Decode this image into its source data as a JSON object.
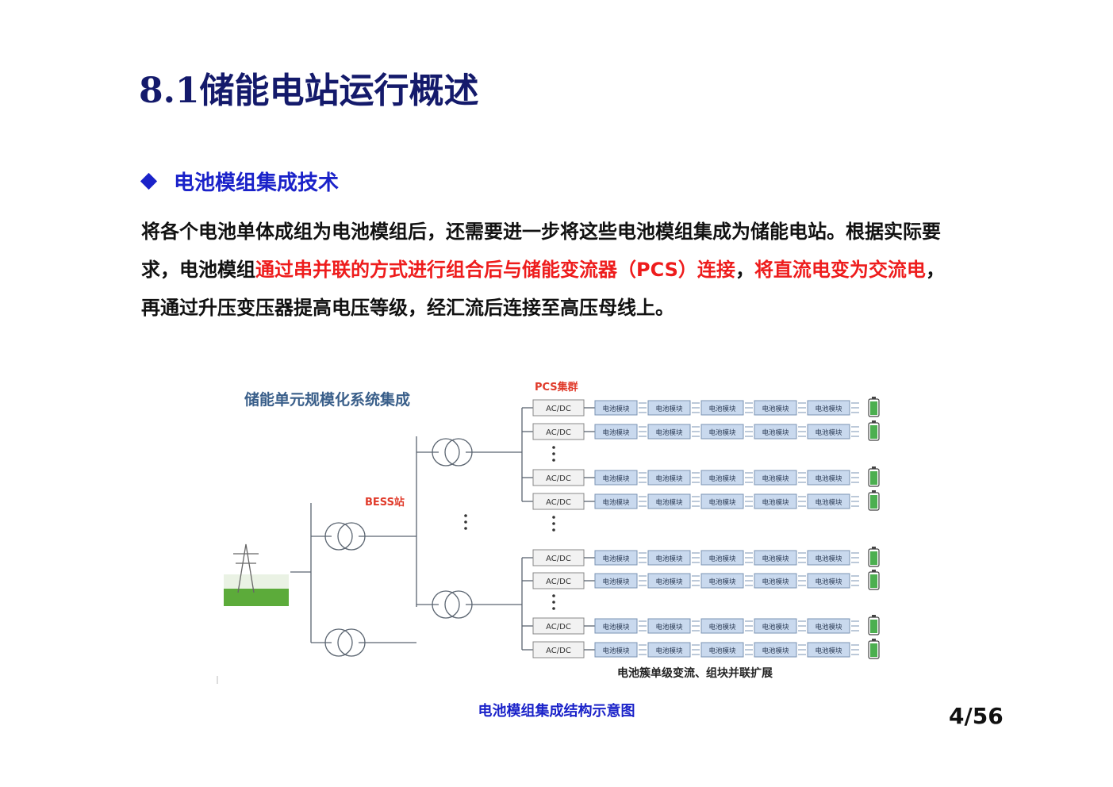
{
  "slide": {
    "title": "8.1储能电站运行概述",
    "bullet": "电池模组集成技术",
    "paragraph": {
      "p1": "将各个电池单体成组为电池模组后，还需要进一步将这些电池模组集成为储能电站。根据实际要求，电池模组",
      "p2": "通过串并联的方式进行组合后与储能变流器（PCS）连接",
      "p3": "，",
      "p4": "将直流电变为交流电",
      "p5": "，再通过升压变压器提高电压等级，经汇流后连接至高压母线上。"
    },
    "caption": "电池模组集成结构示意图",
    "page_number": "4/56"
  },
  "diagram": {
    "title": "储能单元规模化系统集成",
    "pcs_label": "PCS集群",
    "bess_label": "BESS站",
    "converter_label": "AC/DC",
    "module_label": "电池模块",
    "bottom_label": "电池簇单级变流、组块并联扩展",
    "colors": {
      "blue_text": "#3a5f8a",
      "red_text": "#e03a2a",
      "module_fill": "#c9d9ee",
      "battery_green": "#4caf50"
    }
  }
}
